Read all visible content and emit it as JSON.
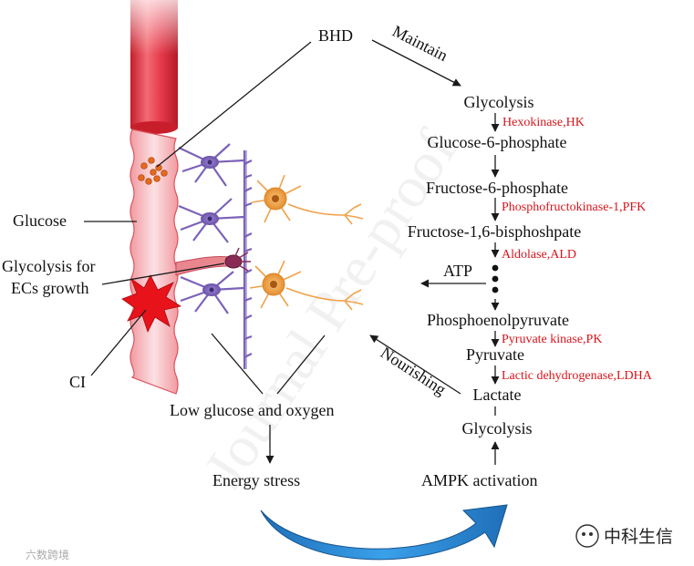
{
  "labels": {
    "bhd": "BHD",
    "maintain": "Maintain",
    "glucose": "Glucose",
    "glycolysis_ecs_line1": "Glycolysis for",
    "glycolysis_ecs_line2": "ECs growth",
    "ci": "CI",
    "low_glucose_oxygen": "Low glucose and oxygen",
    "energy_stress": "Energy stress",
    "ampk_activation": "AMPK activation",
    "nourishing": "Nourishing",
    "atp": "ATP",
    "watermark": "Journal Pre-proof",
    "brand_text": "中科生信",
    "corner_text": "六数跨境"
  },
  "pathway": {
    "metabolites": [
      "Glycolysis",
      "Glucose-6-phosphate",
      "Fructose-6-phosphate",
      "Fructose-1,6-bisphoshpate",
      "Phosphoenolpyruvate",
      "Pyruvate",
      "Lactate",
      "Glycolysis"
    ],
    "enzymes": [
      "Hexokinase,HK",
      "Phosphofructokinase-1,PFK",
      "Aldolase,ALD",
      "Pyruvate kinase,PK",
      "Lactic dehydrogenase,LDHA"
    ]
  },
  "colors": {
    "enzyme_text": "#d9141b",
    "vessel": "#e23a48",
    "vessel_light": "#f7c7ca",
    "astrocyte": "#7b62b8",
    "neuron": "#f2a94e",
    "burst": "#e8121a",
    "arrow_blue": "#2d8fd8"
  }
}
